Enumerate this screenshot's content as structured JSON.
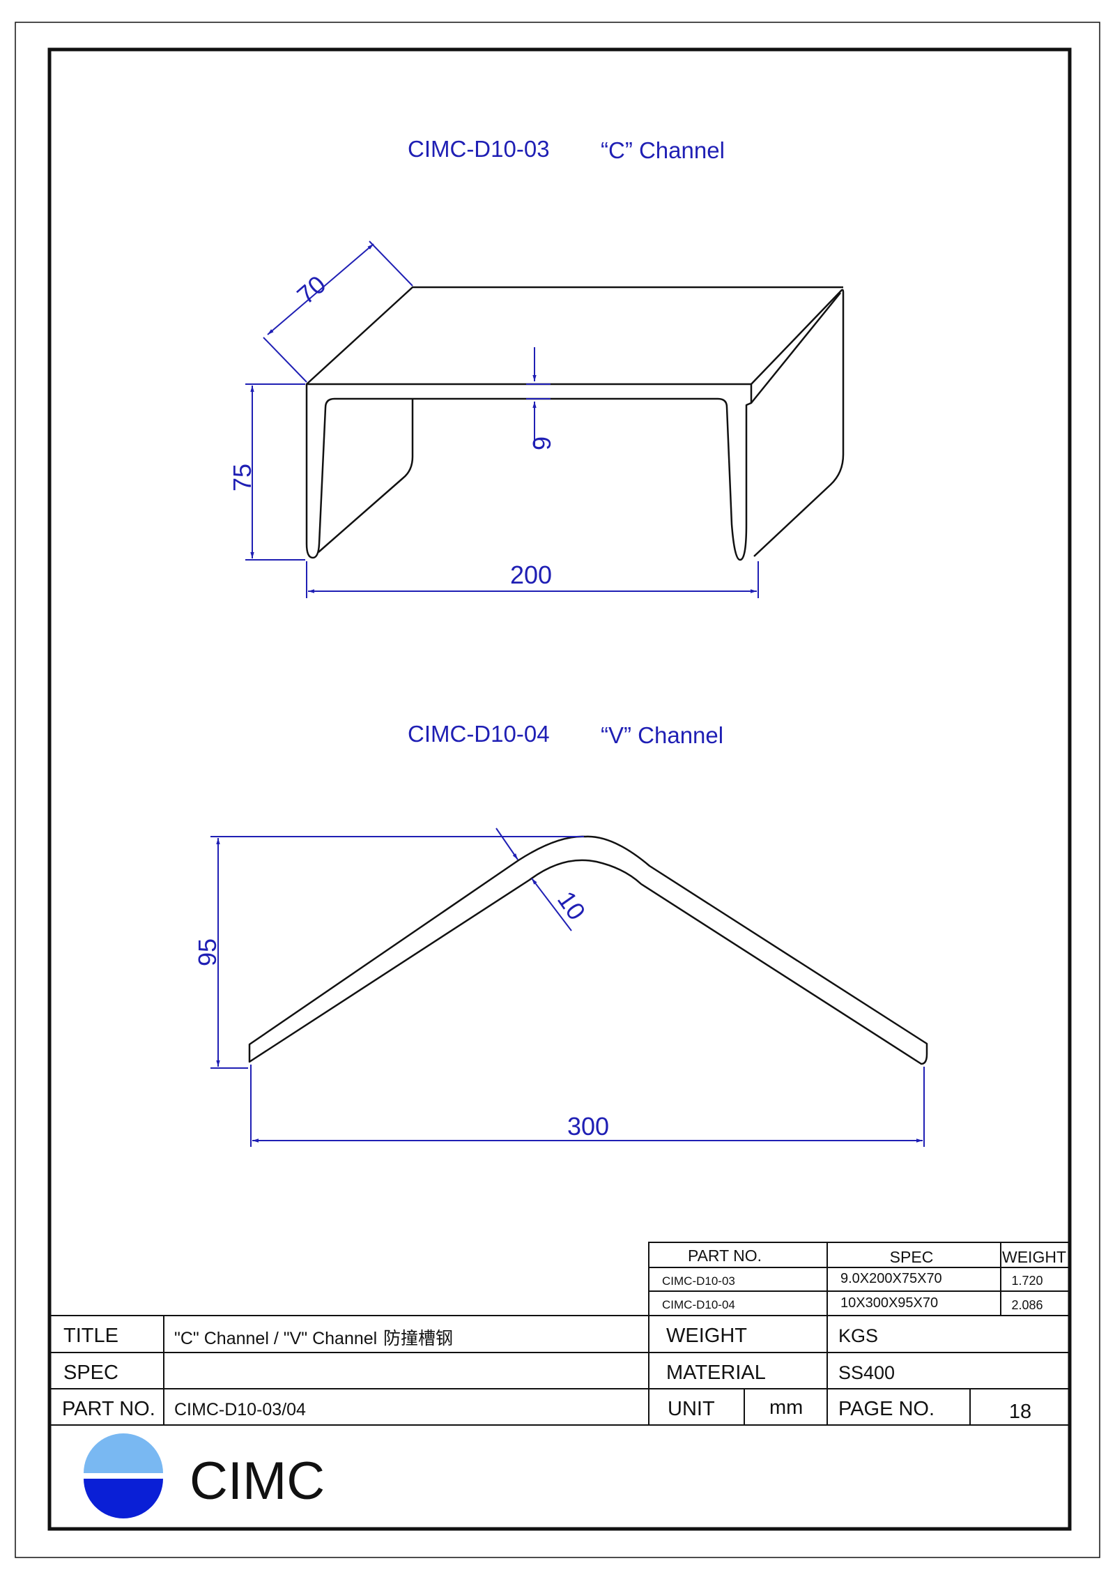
{
  "colors": {
    "dimension": "#1f1fb4",
    "outline": "#111111",
    "logo_top": "#79b8f2",
    "logo_bottom": "#0a1fd6"
  },
  "c_channel": {
    "code": "CIMC-D10-03",
    "name": "“C” Channel",
    "dims": {
      "width": "200",
      "height": "75",
      "depth": "70",
      "thickness": "9"
    }
  },
  "v_channel": {
    "code": "CIMC-D10-04",
    "name": "“V” Channel",
    "dims": {
      "width": "300",
      "height": "95",
      "thickness": "10"
    }
  },
  "parts_table": {
    "headers": [
      "PART NO.",
      "SPEC",
      "WEIGHT"
    ],
    "rows": [
      {
        "part_no": "CIMC-D10-03",
        "spec": "9.0X200X75X70",
        "weight": "1.720"
      },
      {
        "part_no": "CIMC-D10-04",
        "spec": "10X300X95X70",
        "weight": "2.086"
      }
    ]
  },
  "title_block": {
    "title_label": "TITLE",
    "title_value": "\"C\" Channel / \"V\" Channel",
    "title_cn": "防撞槽钢",
    "spec_label": "SPEC",
    "spec_value": "",
    "partno_label": "PART NO.",
    "partno_value": "CIMC-D10-03/04",
    "weight_label": "WEIGHT",
    "weight_value": "KGS",
    "material_label": "MATERIAL",
    "material_value": "SS400",
    "unit_label": "UNIT",
    "unit_value": "mm",
    "page_label": "PAGE  NO.",
    "page_value": "18"
  },
  "logo": {
    "text": "CIMC"
  }
}
